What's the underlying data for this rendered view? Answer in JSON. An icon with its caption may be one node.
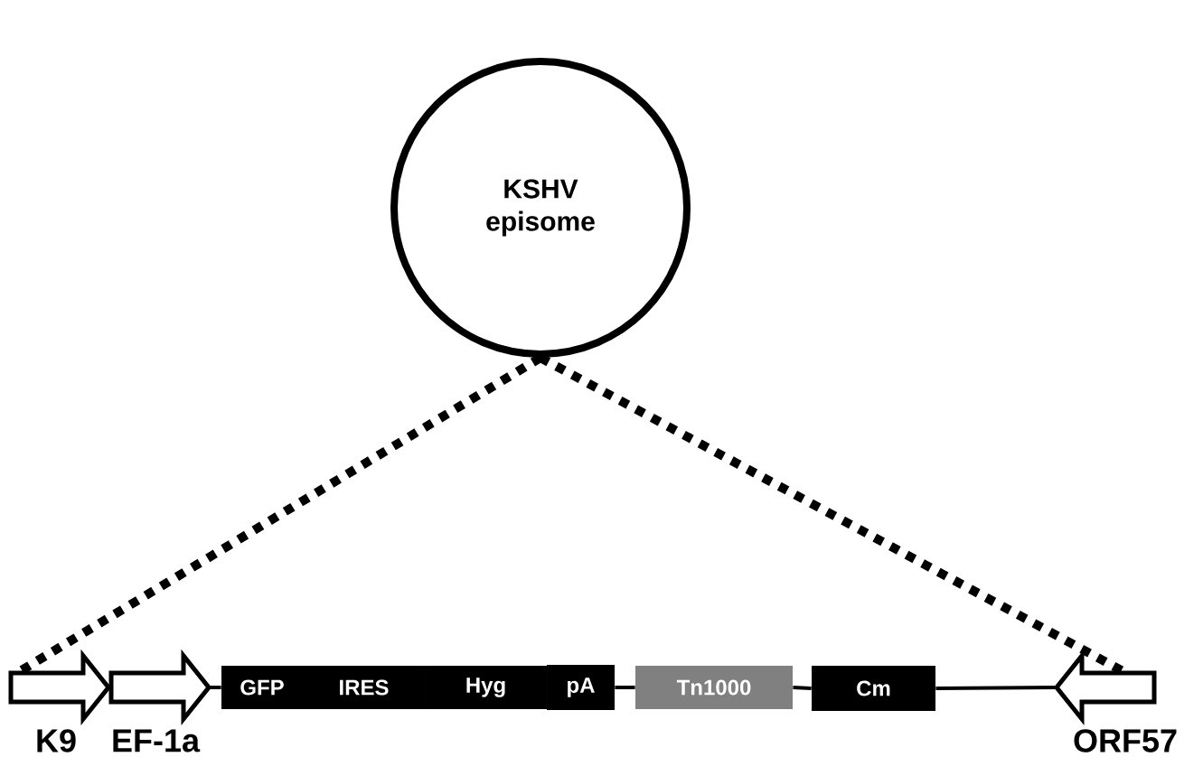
{
  "diagram": {
    "nodes": [
      {
        "text": [
          "KSHV episome"
        ]
      },
      {
        "text": [],
        "shape": "arrow",
        "beside": [
          "K9"
        ]
      },
      {
        "text": [],
        "shape": "arrow",
        "beside": [
          "EF-1a"
        ]
      },
      {
        "text": [
          "GFP"
        ]
      },
      {
        "text": [
          "IRES"
        ]
      },
      {
        "text": [
          "Hyg"
        ]
      },
      {
        "text": [
          "pA"
        ]
      },
      {
        "text": [
          "Tn1000"
        ]
      },
      {
        "text": [
          "Cm"
        ]
      },
      {
        "text": [],
        "shape": "arrow",
        "beside": [
          "ORF57"
        ]
      }
    ],
    "edges": [
      {
        "from": 0,
        "to": 1,
        "arrow": "none",
        "style": "dashed"
      },
      {
        "from": 0,
        "to": 9,
        "arrow": "none",
        "style": "dashed"
      },
      {
        "from": 2,
        "to": 3,
        "arrow": "none"
      },
      {
        "from": 6,
        "to": 7,
        "arrow": "none"
      },
      {
        "from": 7,
        "to": 8,
        "arrow": "none"
      },
      {
        "from": 8,
        "to": 9,
        "arrow": "none"
      }
    ]
  }
}
